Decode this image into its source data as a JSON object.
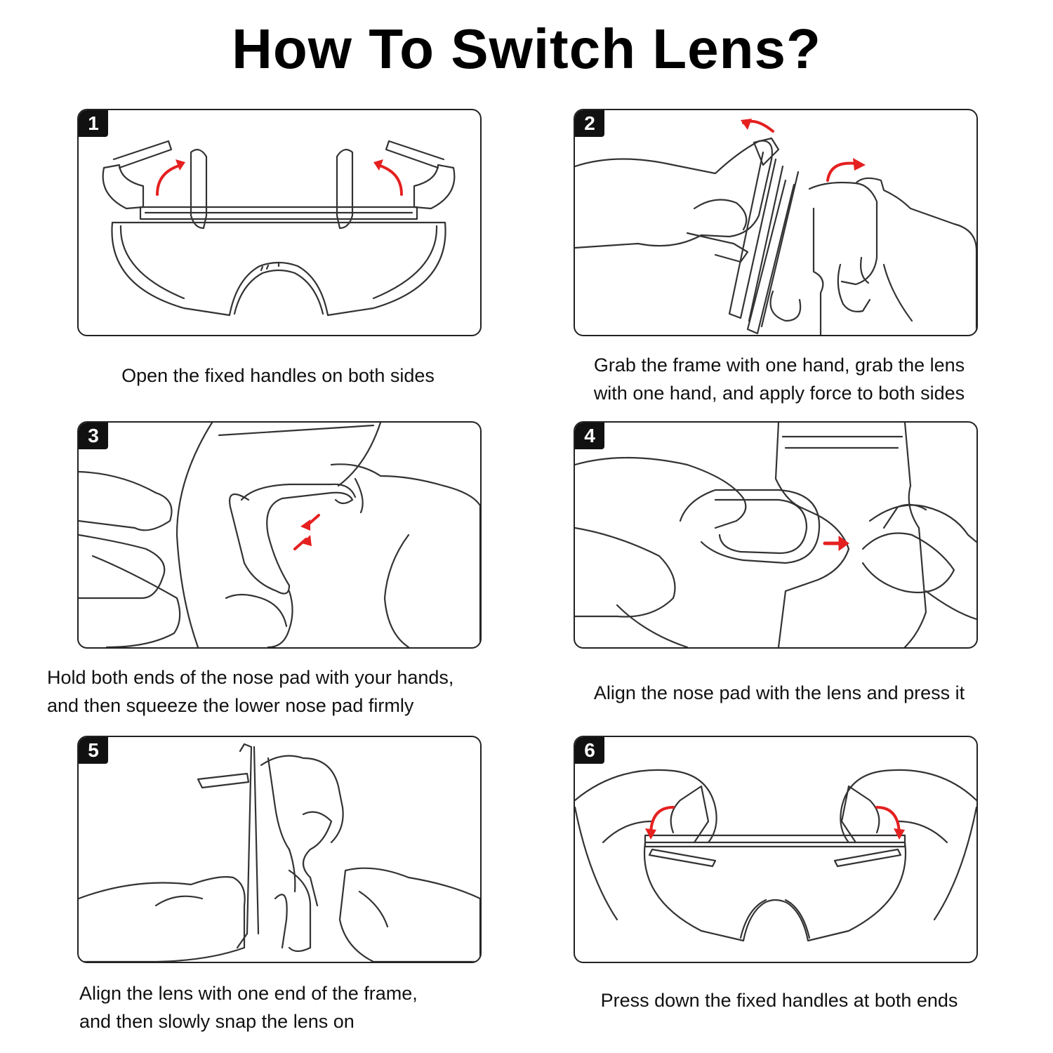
{
  "title": "How To Switch Lens?",
  "accent_color": "#e52020",
  "steps": [
    {
      "number": "1",
      "illustration": "glasses-front-handles-open",
      "caption_lines": [
        "Open the fixed handles on both sides"
      ]
    },
    {
      "number": "2",
      "illustration": "hands-grab-frame-and-lens",
      "caption_lines": [
        "Grab the frame with one hand, grab the lens",
        "with one hand, and apply force to both sides"
      ]
    },
    {
      "number": "3",
      "illustration": "hands-squeeze-nose-pad",
      "caption_lines": [
        "Hold both ends of the nose pad with your hands,",
        "and then squeeze the lower nose pad firmly"
      ]
    },
    {
      "number": "4",
      "illustration": "hands-align-nose-pad-with-lens",
      "caption_lines": [
        "Align the nose pad with the lens and press it"
      ]
    },
    {
      "number": "5",
      "illustration": "hands-snap-lens-into-frame",
      "caption_lines": [
        "Align the lens with one end of the frame,",
        "and then slowly snap the lens on"
      ]
    },
    {
      "number": "6",
      "illustration": "hands-press-down-handles",
      "caption_lines": [
        "Press down the fixed handles at both ends"
      ]
    }
  ]
}
